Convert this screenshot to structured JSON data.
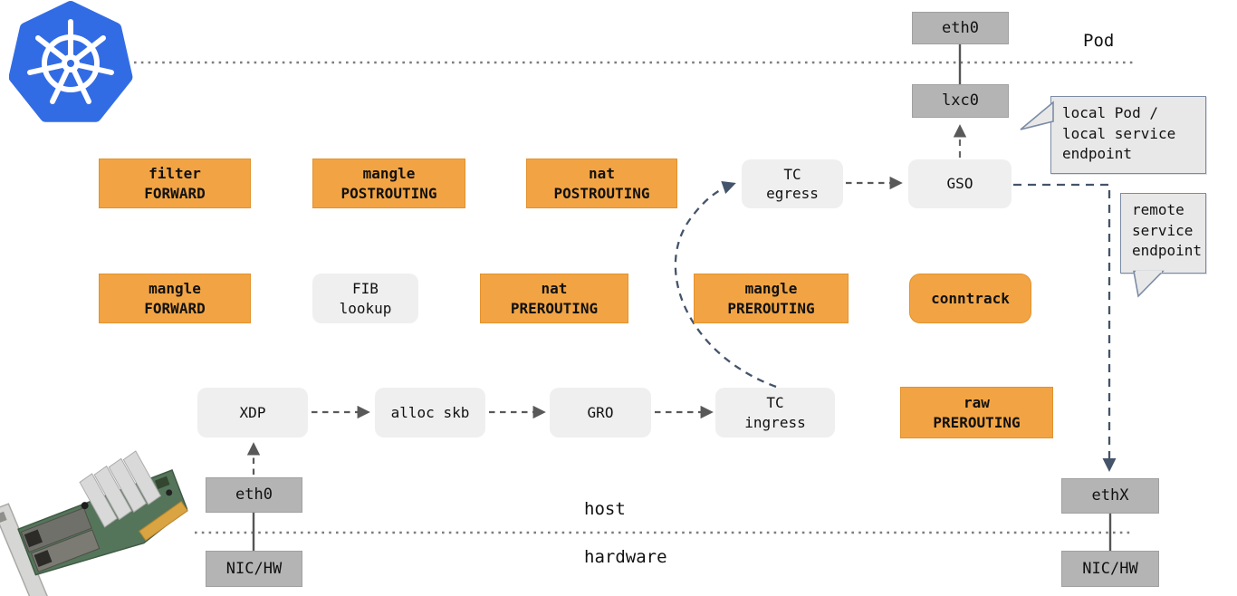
{
  "zones": {
    "pod_label": "Pod",
    "host_label": "host",
    "hardware_label": "hardware"
  },
  "interfaces": {
    "pod_eth0": "eth0",
    "lxc0": "lxc0",
    "host_eth0": "eth0",
    "host_nic": "NIC/HW",
    "ethx": "ethX",
    "remote_nic": "NIC/HW"
  },
  "netfilter": {
    "filter_forward": "filter\nFORWARD",
    "mangle_postrouting": "mangle\nPOSTROUTING",
    "nat_postrouting": "nat\nPOSTROUTING",
    "mangle_forward": "mangle\nFORWARD",
    "nat_prerouting": "nat\nPREROUTING",
    "mangle_prerouting": "mangle\nPREROUTING",
    "conntrack": "conntrack",
    "raw_prerouting": "raw\nPREROUTING"
  },
  "datapath": {
    "tc_egress": "TC\negress",
    "gso": "GSO",
    "fib_lookup": "FIB\nlookup",
    "xdp": "XDP",
    "alloc_skb": "alloc skb",
    "gro": "GRO",
    "tc_ingress": "TC\ningress"
  },
  "callouts": {
    "local_endpoint": "local Pod /\nlocal service\nendpoint",
    "remote_endpoint": "remote\nservice\nendpoint"
  },
  "icons": {
    "kubernetes": "kubernetes-logo",
    "nic": "network-interface-card-photo"
  },
  "colors": {
    "orange": "#F2A444",
    "orange_border": "#E2922E",
    "interface_gray": "#B4B4B4",
    "process_gray": "#EFEFEF",
    "bubble_gray": "#E8E8E8",
    "bubble_border": "#7C8CA6",
    "kubernetes_blue": "#326CE5",
    "slate_connector": "#44546A",
    "gray_connector": "#595959",
    "boundary_dots": "#7d7d7d"
  }
}
